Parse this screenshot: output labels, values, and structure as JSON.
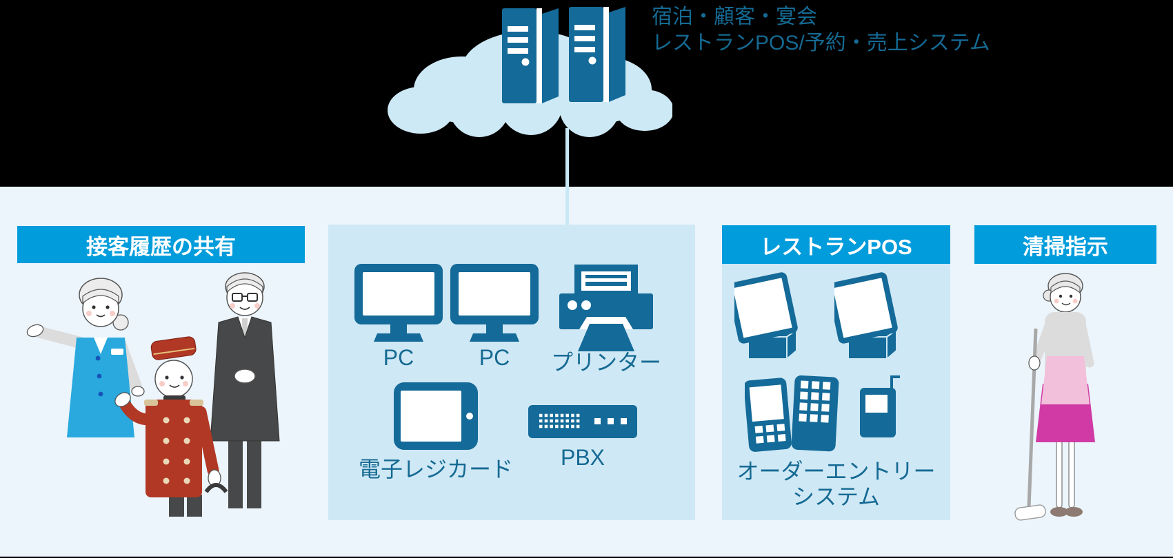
{
  "colors": {
    "header-blue": "#019cdb",
    "panel-blue": "#cfe8f5",
    "page-bg": "#ecf5fb",
    "canvas-black": "#000000",
    "icon-blue": "#146a98",
    "label-blue": "#156a93",
    "cloud-blue": "#cde9f6",
    "connector-blue": "#c9e8f6",
    "bellboy-red": "#b13825",
    "vest-blue": "#29a9de",
    "suit-grey": "#474849",
    "skirt-magenta": "#d13aa5",
    "apron-pink": "#f2c0da"
  },
  "cloud": {
    "icon": "server-towers-icon",
    "caption_line1": "宿泊・顧客・宴会",
    "caption_line2": "レストランPOS/予約・売上システム"
  },
  "sections": {
    "service_history": {
      "title": "接客履歴の共有",
      "illustration": "hotel-staff-trio"
    },
    "front_office": {
      "devices": [
        {
          "icon": "desktop-pc-icon",
          "label": "PC"
        },
        {
          "icon": "desktop-pc-icon",
          "label": "PC"
        },
        {
          "icon": "printer-icon",
          "label": "プリンター"
        },
        {
          "icon": "tablet-icon",
          "label": "電子レジカード"
        },
        {
          "icon": "pbx-icon",
          "label": "PBX"
        }
      ]
    },
    "restaurant_pos": {
      "title": "レストランPOS",
      "devices": [
        {
          "icon": "pos-terminal-icon"
        },
        {
          "icon": "pos-terminal-icon"
        },
        {
          "icon": "handheld-order-terminal-icon"
        },
        {
          "icon": "wireless-handset-icon"
        }
      ],
      "devices_label": "オーダーエントリー\nシステム"
    },
    "cleaning": {
      "title": "清掃指示",
      "illustration": "cleaning-staff"
    }
  }
}
